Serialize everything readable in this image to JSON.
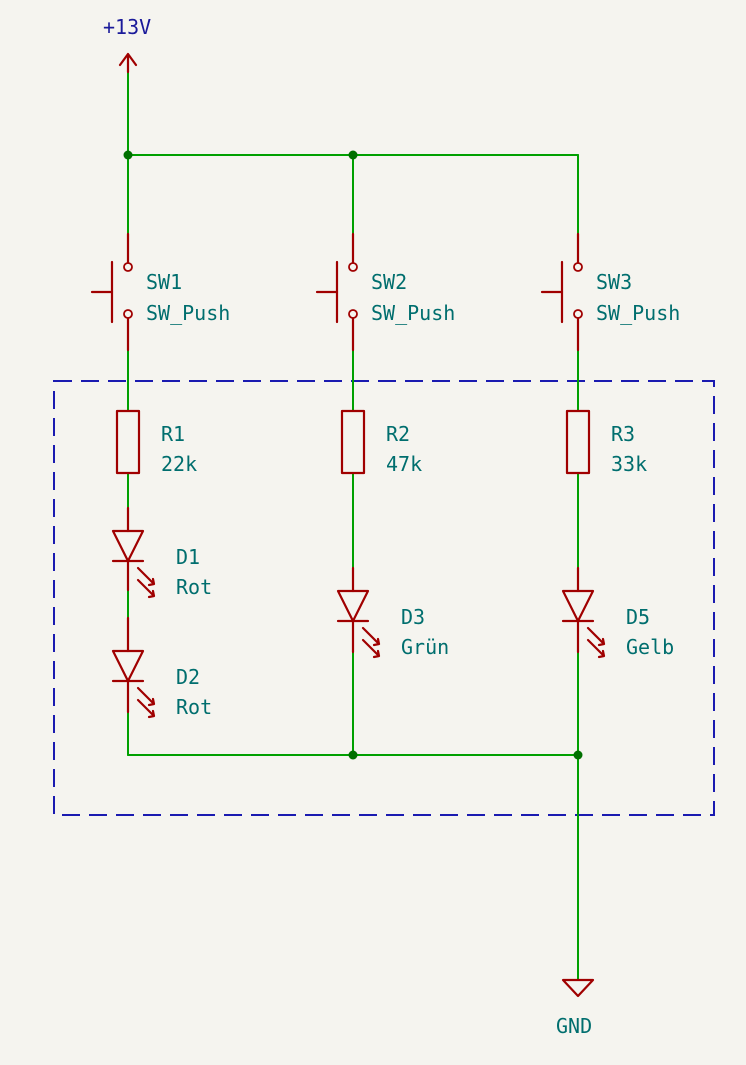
{
  "power": {
    "supply": "+13V",
    "ground": "GND"
  },
  "switches": [
    {
      "ref": "SW1",
      "value": "SW_Push"
    },
    {
      "ref": "SW2",
      "value": "SW_Push"
    },
    {
      "ref": "SW3",
      "value": "SW_Push"
    }
  ],
  "resistors": [
    {
      "ref": "R1",
      "value": "22k"
    },
    {
      "ref": "R2",
      "value": "47k"
    },
    {
      "ref": "R3",
      "value": "33k"
    }
  ],
  "leds": [
    {
      "ref": "D1",
      "value": "Rot"
    },
    {
      "ref": "D2",
      "value": "Rot"
    },
    {
      "ref": "D3",
      "value": "Grün"
    },
    {
      "ref": "D5",
      "value": "Gelb"
    }
  ],
  "colors": {
    "wire": "#00a000",
    "symbol": "#a00000",
    "label": "#006e6e",
    "power_label": "#1a1a9a",
    "group_box": "#1a1ab0",
    "background": "#f5f4ef"
  }
}
